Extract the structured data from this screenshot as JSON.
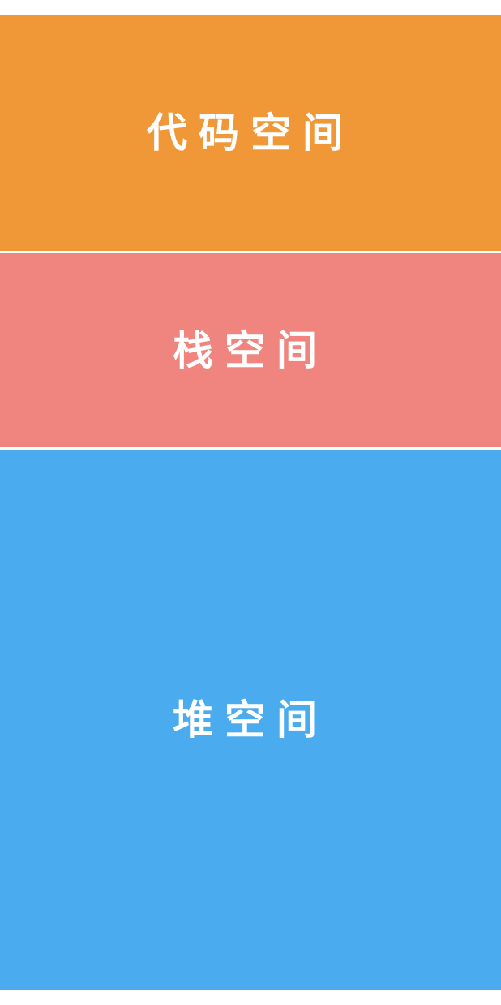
{
  "regions": [
    {
      "key": "code",
      "label": "代码空间",
      "color": "#F09737"
    },
    {
      "key": "stack",
      "label": "栈空间",
      "color": "#EF857E"
    },
    {
      "key": "heap",
      "label": "堆空间",
      "color": "#4AACEF"
    }
  ]
}
